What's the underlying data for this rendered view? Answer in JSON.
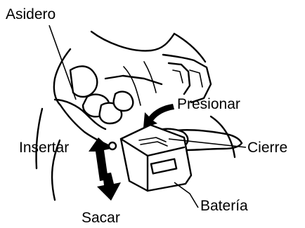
{
  "labels": {
    "handle": "Asidero",
    "press": "Presionar",
    "insert": "Insertar",
    "latch": "Cierre",
    "remove": "Sacar",
    "battery": "Batería"
  },
  "colors": {
    "ink": "#000000",
    "background": "#ffffff"
  }
}
